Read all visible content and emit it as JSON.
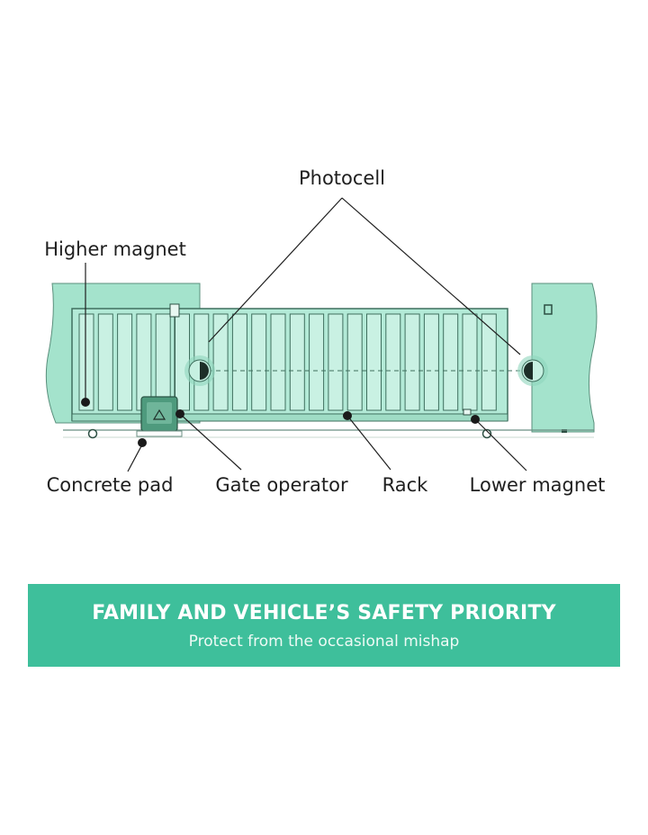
{
  "diagram": {
    "labels": {
      "photocell": "Photocell",
      "higher_magnet": "Higher magnet",
      "concrete_pad": "Concrete pad",
      "gate_operator": "Gate operator",
      "rack": "Rack",
      "lower_magnet": "Lower magnet"
    },
    "colors": {
      "gate_fill": "#a8e6d0",
      "gate_stroke": "#3f6f5e",
      "wall_fill": "#9fe0c8",
      "operator_fill": "#4e9a7d"
    }
  },
  "banner": {
    "title": "FAMILY AND VEHICLE’S SAFETY PRIORITY",
    "subtitle": "Protect from the occasional mishap",
    "color": "#3ebf9b"
  }
}
